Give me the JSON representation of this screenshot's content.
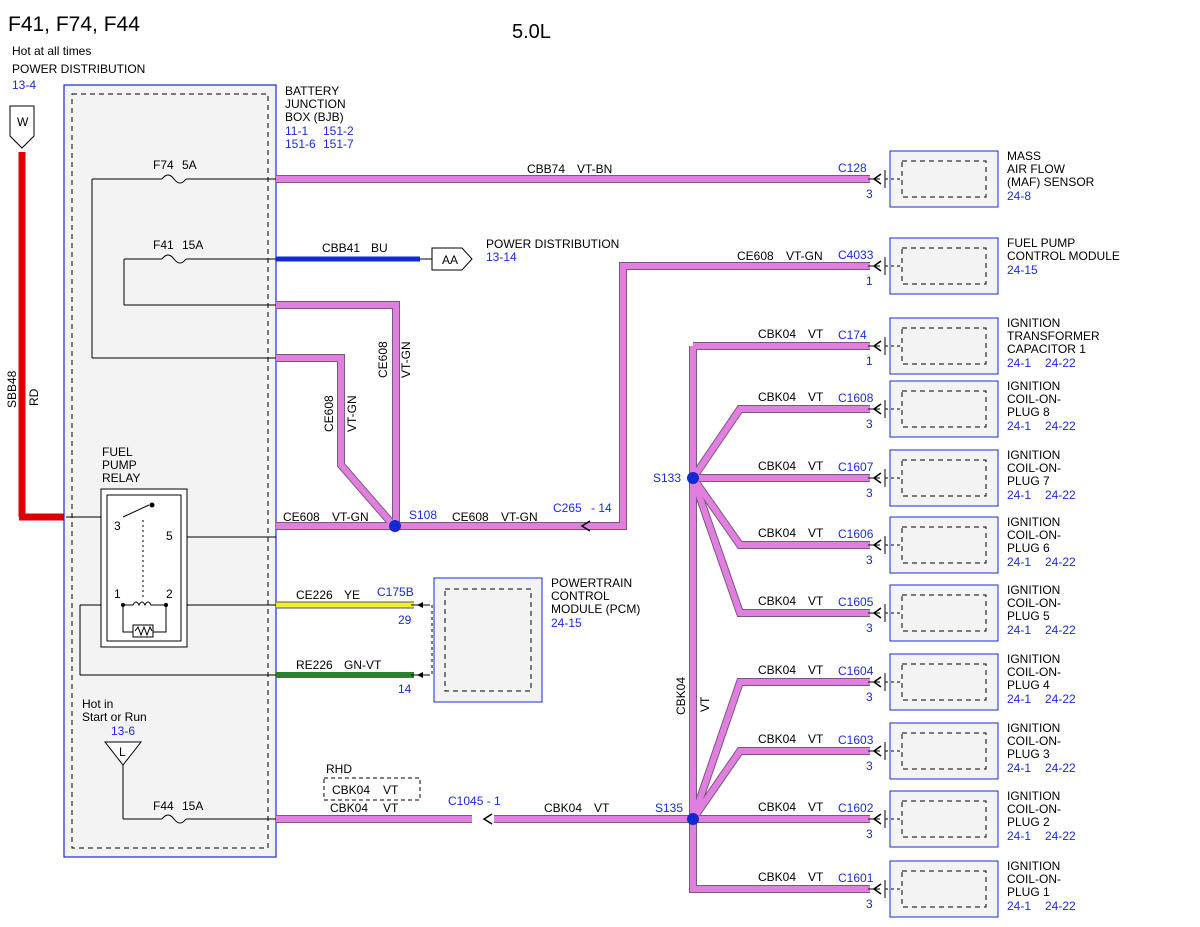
{
  "header": {
    "title": "F41, F74, F44",
    "engine": "5.0L"
  },
  "power_feed": {
    "line1": "Hot at all times",
    "line2": "POWER DISTRIBUTION",
    "ref": "13-4",
    "connector": "W",
    "wire_circuit": "SBB48",
    "wire_color": "RD"
  },
  "bjb": {
    "line1": "BATTERY",
    "line2": "JUNCTION",
    "line3": "BOX (BJB)",
    "ref_a1": "11-1",
    "ref_a2": "151-2",
    "ref_b1": "151-6",
    "ref_b2": "151-7"
  },
  "fuses": {
    "f74_id": "F74",
    "f74_rating": "5A",
    "f41_id": "F41",
    "f41_rating": "15A",
    "f44_id": "F44",
    "f44_rating": "15A"
  },
  "relay": {
    "line1": "FUEL",
    "line2": "PUMP",
    "line3": "RELAY",
    "pin3": "3",
    "pin5": "5",
    "pin1": "1",
    "pin2": "2"
  },
  "hot_in_run": {
    "line1": "Hot in",
    "line2": "Start or Run",
    "ref": "13-6",
    "connector": "L"
  },
  "wires": {
    "cbb74_circuit": "CBB74",
    "cbb74_color": "VT-BN",
    "cbb41_circuit": "CBB41",
    "cbb41_color": "BU",
    "ce608_circuit": "CE608",
    "ce608_color": "VT-GN",
    "ce226_circuit": "CE226",
    "ce226_color": "YE",
    "re226_circuit": "RE226",
    "re226_color": "GN-VT",
    "cbk04_circuit": "CBK04",
    "cbk04_color": "VT",
    "rhd": "RHD"
  },
  "splices": {
    "s108": "S108",
    "s133": "S133",
    "s135": "S135"
  },
  "inline_connectors": {
    "c265": "C265",
    "c265_pin": "- 14",
    "c1045": "C1045 - 1"
  },
  "aa_connector": {
    "label": "AA",
    "name": "POWER DISTRIBUTION",
    "ref": "13-14"
  },
  "pcm": {
    "line1": "POWERTRAIN",
    "line2": "CONTROL",
    "line3": "MODULE (PCM)",
    "ref": "24-15",
    "c_top": "C175B",
    "pin_top": "29",
    "pin_bottom": "14"
  },
  "components": [
    {
      "connector": "C128",
      "pin": "3",
      "line1": "MASS",
      "line2": "AIR FLOW",
      "line3": "(MAF) SENSOR",
      "ref1": "24-8",
      "ref2": ""
    },
    {
      "connector": "C4033",
      "pin": "1",
      "line1": "FUEL PUMP",
      "line2": "CONTROL MODULE",
      "line3": "",
      "ref1": "24-15",
      "ref2": ""
    },
    {
      "connector": "C174",
      "pin": "1",
      "line1": "IGNITION",
      "line2": "TRANSFORMER",
      "line3": "CAPACITOR 1",
      "ref1": "24-1",
      "ref2": "24-22"
    },
    {
      "connector": "C1608",
      "pin": "3",
      "line1": "IGNITION",
      "line2": "COIL-ON-",
      "line3": "PLUG 8",
      "ref1": "24-1",
      "ref2": "24-22"
    },
    {
      "connector": "C1607",
      "pin": "3",
      "line1": "IGNITION",
      "line2": "COIL-ON-",
      "line3": "PLUG 7",
      "ref1": "24-1",
      "ref2": "24-22"
    },
    {
      "connector": "C1606",
      "pin": "3",
      "line1": "IGNITION",
      "line2": "COIL-ON-",
      "line3": "PLUG 6",
      "ref1": "24-1",
      "ref2": "24-22"
    },
    {
      "connector": "C1605",
      "pin": "3",
      "line1": "IGNITION",
      "line2": "COIL-ON-",
      "line3": "PLUG 5",
      "ref1": "24-1",
      "ref2": "24-22"
    },
    {
      "connector": "C1604",
      "pin": "3",
      "line1": "IGNITION",
      "line2": "COIL-ON-",
      "line3": "PLUG 4",
      "ref1": "24-1",
      "ref2": "24-22"
    },
    {
      "connector": "C1603",
      "pin": "3",
      "line1": "IGNITION",
      "line2": "COIL-ON-",
      "line3": "PLUG 3",
      "ref1": "24-1",
      "ref2": "24-22"
    },
    {
      "connector": "C1602",
      "pin": "3",
      "line1": "IGNITION",
      "line2": "COIL-ON-",
      "line3": "PLUG 2",
      "ref1": "24-1",
      "ref2": "24-22"
    },
    {
      "connector": "C1601",
      "pin": "3",
      "line1": "IGNITION",
      "line2": "COIL-ON-",
      "line3": "PLUG 1",
      "ref1": "24-1",
      "ref2": "24-22"
    }
  ],
  "colors": {
    "violet": "#e07fe0",
    "blue_wire": "#1428d0",
    "red_wire": "#e00000",
    "yellow_wire": "#f2ef2a",
    "green_wire": "#2f7d2f",
    "ref_text": "#1a2bd8"
  }
}
